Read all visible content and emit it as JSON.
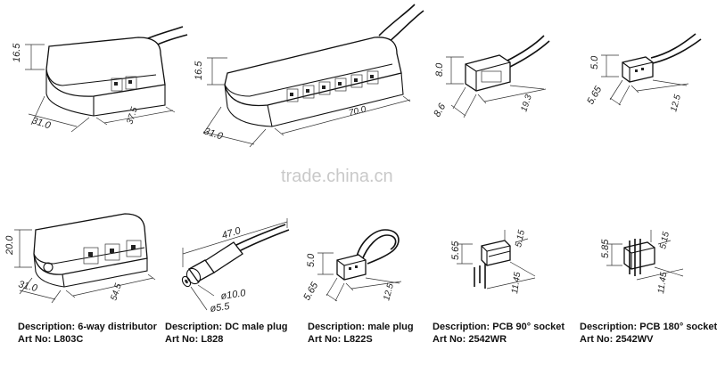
{
  "watermark": "trade.china.cn",
  "items": [
    {
      "description": "Description: 6-way distributor",
      "art_no": "Art No: L803C"
    },
    {
      "description": "Description: DC male plug",
      "art_no": "Art No: L828"
    },
    {
      "description": "Description: male plug",
      "art_no": "Art No: L822S"
    },
    {
      "description": "Description: PCB 90° socket",
      "art_no": "Art No: 2542WR"
    },
    {
      "description": "Description: PCB 180° socket",
      "art_no": "Art No: 2542WV"
    }
  ],
  "dimensions": {
    "small_box": {
      "height": "16.5",
      "depth": "31.0",
      "width": "37.5"
    },
    "long_box": {
      "height": "16.5",
      "depth": "31.0",
      "width": "70.0"
    },
    "connector_a": {
      "height": "8.0",
      "depth": "8.6",
      "width": "19.3"
    },
    "connector_b": {
      "height": "5.0",
      "depth": "5.65",
      "width": "12.5"
    },
    "distributor": {
      "height": "20.0",
      "depth": "31.0",
      "width": "54.5"
    },
    "dc_plug": {
      "length": "47.0",
      "dia_outer": "ø10.0",
      "dia_inner": "ø5.5"
    },
    "male_plug": {
      "height": "5.0",
      "depth": "5.65",
      "width": "12.5"
    },
    "pcb90": {
      "height": "5.65",
      "top": "5.15",
      "bottom": "11.45"
    },
    "pcb180": {
      "height": "5.85",
      "top": "5.15",
      "bottom": "11.45"
    }
  }
}
